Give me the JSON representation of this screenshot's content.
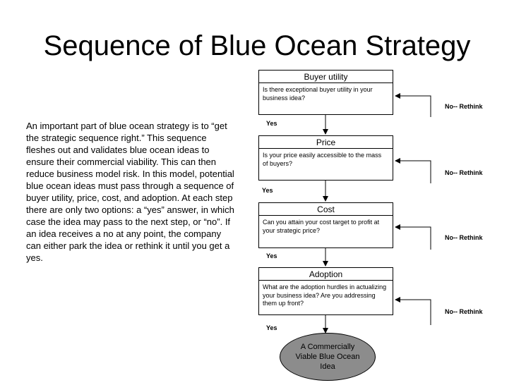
{
  "title": "Sequence of Blue Ocean Strategy",
  "description": "An important part of blue ocean strategy is to “get the strategic sequence right.”  This sequence fleshes out and validates blue ocean ideas to ensure their commercial viability.  This can then reduce business model risk.  In this model, potential blue ocean ideas must pass through a sequence of buyer utility, price, cost, and adoption.  At each step there are only two options: a “yes” answer, in which case the idea may pass to the next step, or “no”.  If an idea receives a no at any point, the company can either park the idea or rethink it until you get a yes.",
  "steps": [
    {
      "label": "Buyer utility",
      "question": "Is there exceptional buyer utility in your business idea?",
      "yes": "Yes",
      "no": "No-- Rethink"
    },
    {
      "label": "Price",
      "question": "Is your price easily accessible to the mass of buyers?",
      "yes": "Yes",
      "no": "No-- Rethink"
    },
    {
      "label": "Cost",
      "question": "Can you attain your cost target to profit at your strategic price?",
      "yes": "Yes",
      "no": "No-- Rethink"
    },
    {
      "label": "Adoption",
      "question": "What are the adoption hurdles in actualizing your business idea?  Are you addressing them up front?",
      "yes": "Yes",
      "no": "No-- Rethink"
    }
  ],
  "outcome": "A Commercially Viable Blue Ocean Idea"
}
